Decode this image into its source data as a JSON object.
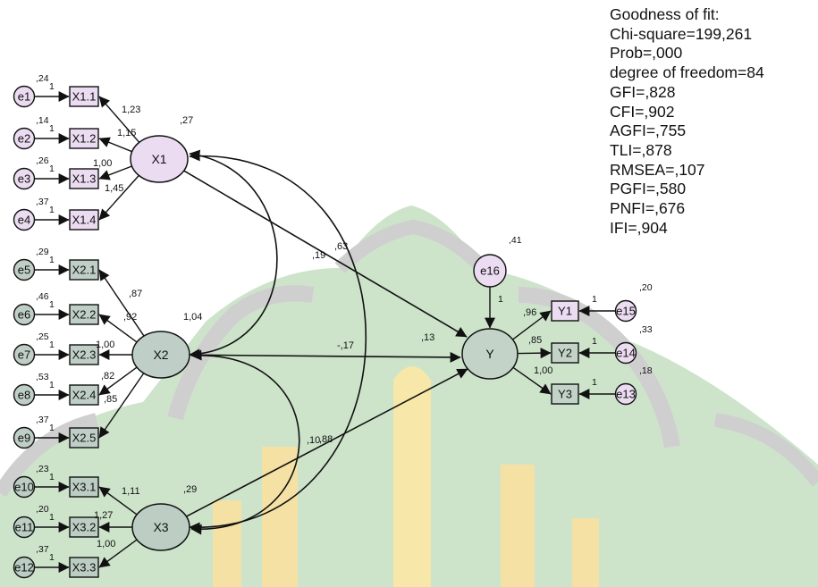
{
  "goodness_of_fit": {
    "heading": "Goodness of fit:",
    "lines": [
      "Chi-square=199,261",
      "Prob=,000",
      "degree of freedom=84",
      "GFI=,828",
      "CFI=,902",
      "AGFI=,755",
      "TLI=,878",
      "RMSEA=,107",
      "PGFI=,580",
      "PNFI=,676",
      "IFI=,904"
    ]
  },
  "latent": {
    "X1": {
      "label": "X1",
      "variance": ",27"
    },
    "X2": {
      "label": "X2",
      "variance": "1,04"
    },
    "X3": {
      "label": "X3",
      "variance": ",29"
    },
    "Y": {
      "label": "Y",
      "variance": ""
    }
  },
  "indicators": [
    {
      "id": "X1.1",
      "error": "e1",
      "error_var": ",24",
      "fixed": "1",
      "loading": "1,23",
      "factor": "X1"
    },
    {
      "id": "X1.2",
      "error": "e2",
      "error_var": ",14",
      "fixed": "1",
      "loading": "1,15",
      "factor": "X1"
    },
    {
      "id": "X1.3",
      "error": "e3",
      "error_var": ",26",
      "fixed": "1",
      "loading": "1,00",
      "factor": "X1"
    },
    {
      "id": "X1.4",
      "error": "e4",
      "error_var": ",37",
      "fixed": "1",
      "loading": "1,45",
      "factor": "X1"
    },
    {
      "id": "X2.1",
      "error": "e5",
      "error_var": ",29",
      "fixed": "1",
      "loading": ",87",
      "factor": "X2"
    },
    {
      "id": "X2.2",
      "error": "e6",
      "error_var": ",46",
      "fixed": "1",
      "loading": ",92",
      "factor": "X2"
    },
    {
      "id": "X2.3",
      "error": "e7",
      "error_var": ",25",
      "fixed": "1",
      "loading": "1,00",
      "factor": "X2"
    },
    {
      "id": "X2.4",
      "error": "e8",
      "error_var": ",53",
      "fixed": "1",
      "loading": ",82",
      "factor": "X2"
    },
    {
      "id": "X2.5",
      "error": "e9",
      "error_var": ",37",
      "fixed": "1",
      "loading": ",85",
      "factor": "X2"
    },
    {
      "id": "X3.1",
      "error": "e10",
      "error_var": ",23",
      "fixed": "1",
      "loading": "1,11",
      "factor": "X3"
    },
    {
      "id": "X3.2",
      "error": "e11",
      "error_var": ",20",
      "fixed": "1",
      "loading": "1,27",
      "factor": "X3"
    },
    {
      "id": "X3.3",
      "error": "e12",
      "error_var": ",37",
      "fixed": "1",
      "loading": "1,00",
      "factor": "X3"
    }
  ],
  "outcome_indicators": [
    {
      "id": "Y1",
      "error": "e15",
      "error_var": ",20",
      "fixed": "1",
      "loading": ",96"
    },
    {
      "id": "Y2",
      "error": "e14",
      "error_var": ",33",
      "fixed": "1",
      "loading": ",85"
    },
    {
      "id": "Y3",
      "error": "e13",
      "error_var": ",18",
      "fixed": "1",
      "loading": "1,00"
    }
  ],
  "disturbance": {
    "id": "e16",
    "variance": ",41",
    "fixed": "1"
  },
  "paths": [
    {
      "from": "X1",
      "to": "Y",
      "coef": ",63"
    },
    {
      "from": "X2",
      "to": "Y",
      "coef": "-,17"
    },
    {
      "from": "X3",
      "to": "Y",
      "coef": ",88"
    }
  ],
  "covariances": [
    {
      "between": [
        "X1",
        "X2"
      ],
      "value": ",19"
    },
    {
      "between": [
        "X1",
        "X3"
      ],
      "value": ",13"
    },
    {
      "between": [
        "X2",
        "X3"
      ],
      "value": ",10"
    }
  ],
  "colors": {
    "x1_fill": "#ecdcf2",
    "x2_fill": "#bfcfc7",
    "x3_fill": "#bccdc3",
    "y_fill": "#c4d3c8",
    "watermark_green": "#cde4cb",
    "watermark_gray": "#cfcfcf",
    "watermark_yellow": "#f7e7a8"
  }
}
